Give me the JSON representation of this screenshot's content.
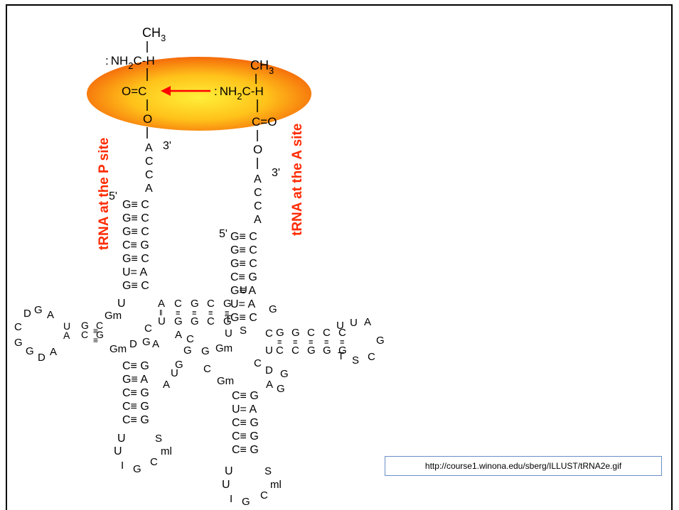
{
  "slide": {
    "source_url": "http://course1.winona.edu/sberg/ILLUST/tRNA2e.gif"
  },
  "diagram": {
    "labels": {
      "p_site": "tRNA at the P site",
      "a_site": "tRNA at the A site"
    },
    "chemistry": {
      "ch3_p": "CH",
      "ch3_a": "CH",
      "sub3": "3",
      "lone_pair": ":",
      "nh2ch_p": "NH",
      "nh2ch_a": "NH",
      "sub2": "2",
      "ch_h": "C-H",
      "o_eq_c": "O=C",
      "c_eq_o": "C=O",
      "o": "O",
      "three_prime": "3'",
      "five_prime": "5'"
    },
    "ellipse_colors": {
      "inner": "#ffd400",
      "outer": "#f77a0a"
    },
    "arrow_color": "#ff0000"
  }
}
